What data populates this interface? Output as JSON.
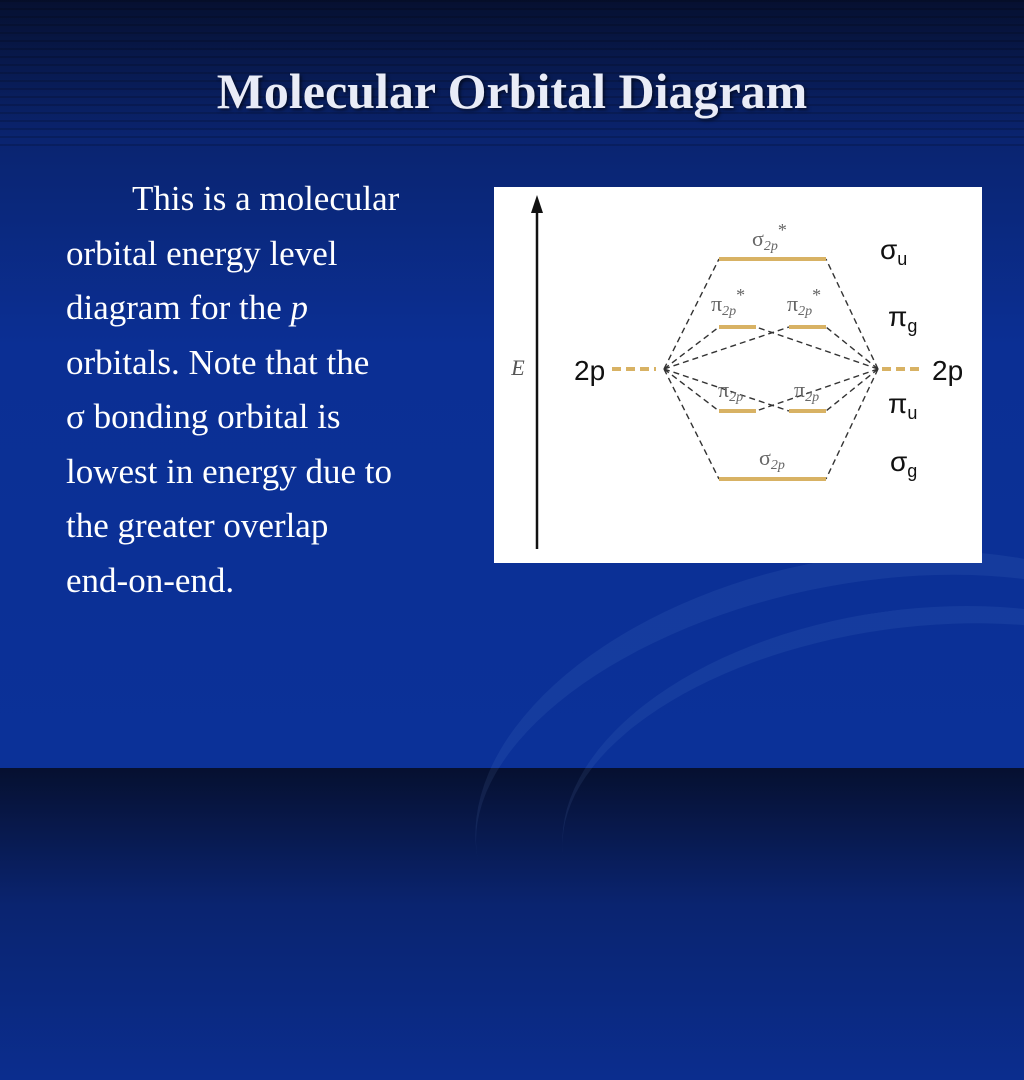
{
  "slide": {
    "title": "Molecular Orbital Diagram",
    "body_lines": [
      "This is a molecular",
      "orbital energy level",
      "diagram for the ",
      "orbitals.  Note that the",
      "σ bonding orbital is",
      "lowest in energy due to",
      "the greater overlap",
      "end-on-end."
    ],
    "body_italic_word": "p"
  },
  "diagram": {
    "energy_axis_label": "E",
    "atomic_left_label": "2p",
    "atomic_right_label": "2p",
    "mo_labels": {
      "sigma_star": {
        "base": "σ",
        "sub": "2p",
        "sup": "*"
      },
      "pi_star_left": {
        "base": "π",
        "sub": "2p",
        "sup": "*"
      },
      "pi_star_right": {
        "base": "π",
        "sub": "2p",
        "sup": "*"
      },
      "pi_left": {
        "base": "π",
        "sub": "2p"
      },
      "pi_right": {
        "base": "π",
        "sub": "2p"
      },
      "sigma": {
        "base": "σ",
        "sub": "2p"
      }
    },
    "symmetry_labels": [
      {
        "base": "σ",
        "sub": "u"
      },
      {
        "base": "π",
        "sub": "g"
      },
      {
        "base": "π",
        "sub": "u"
      },
      {
        "base": "σ",
        "sub": "g"
      }
    ],
    "colors": {
      "level": "#d8b264",
      "line": "#333333",
      "label": "#555555"
    }
  }
}
